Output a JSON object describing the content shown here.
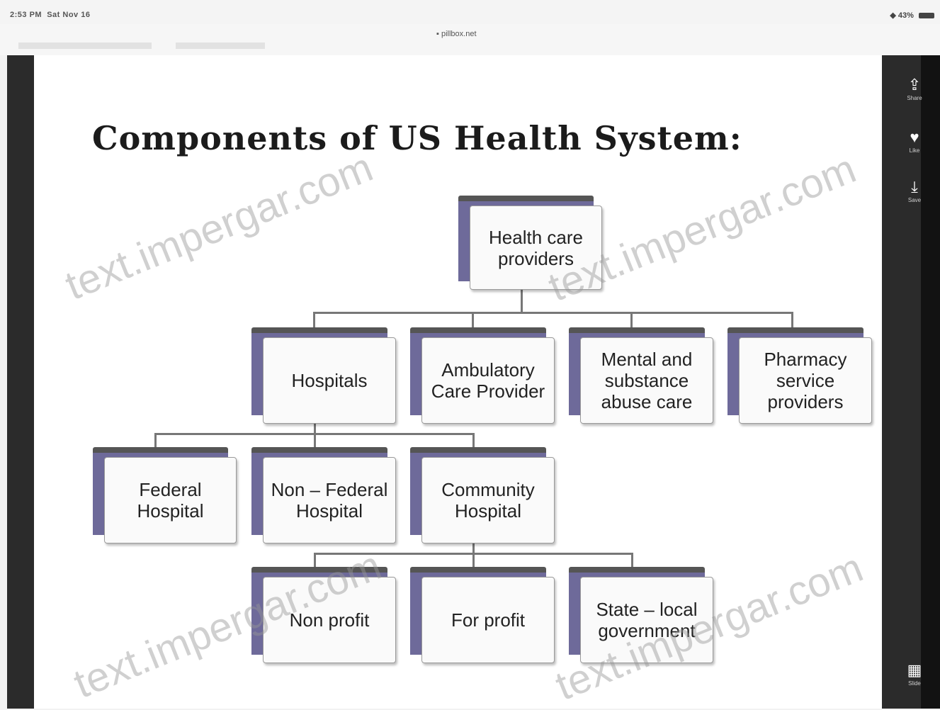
{
  "status_bar": {
    "time": "2:53 PM",
    "date": "Sat Nov 16",
    "battery": "43%"
  },
  "browser": {
    "url": "pillbox.net"
  },
  "slide": {
    "title": "Components of US Health System:",
    "nodes": {
      "root": "Health care providers",
      "hospitals": "Hospitals",
      "ambulatory": "Ambulatory Care Provider",
      "mental": "Mental and substance abuse care",
      "pharmacy": "Pharmacy service providers",
      "federal": "Federal Hospital",
      "non_federal": "Non – Federal Hospital",
      "community": "Community Hospital",
      "non_profit": "Non profit",
      "for_profit": "For profit",
      "state_local": "State – local government"
    }
  },
  "watermark": "text.impergar.com",
  "sidebar": {
    "items": [
      {
        "label": "Share",
        "icon": "share-icon"
      },
      {
        "label": "Like",
        "icon": "heart-icon"
      },
      {
        "label": "Save",
        "icon": "download-icon"
      },
      {
        "label": "Slide",
        "icon": "grid-icon"
      }
    ]
  }
}
